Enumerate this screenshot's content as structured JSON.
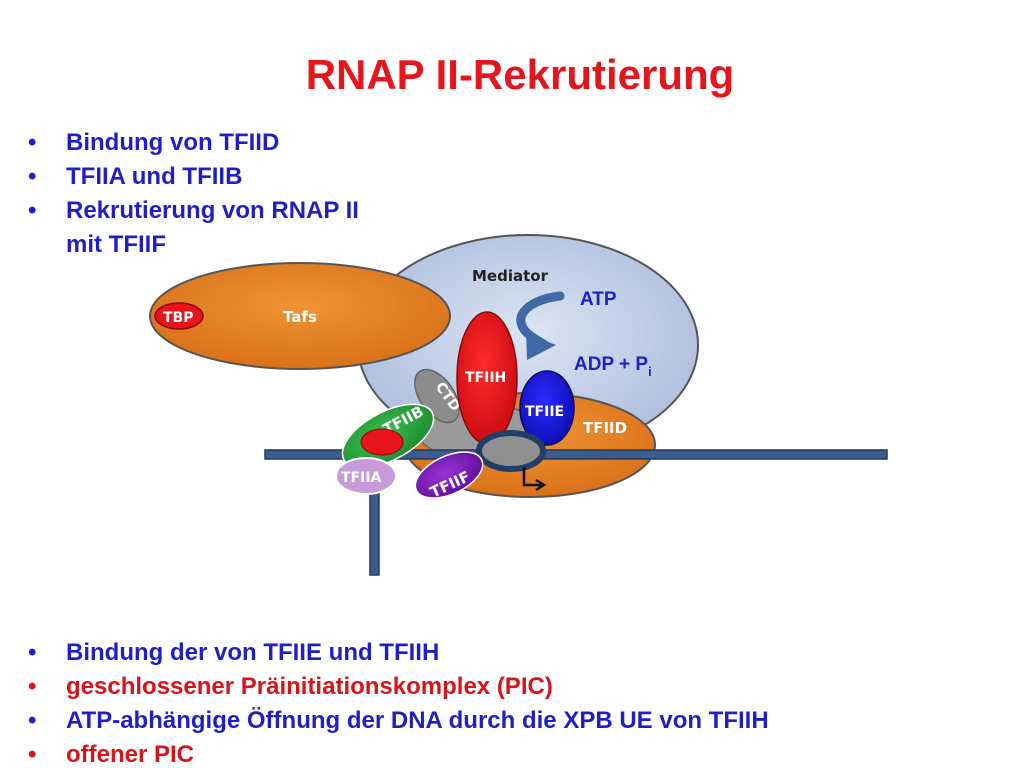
{
  "title": "RNAP II-Rekrutierung",
  "bullets_top": [
    {
      "text": "Bindung von TFIID",
      "color": "blue"
    },
    {
      "text": "TFIIA und TFIIB",
      "color": "blue"
    },
    {
      "text": "Rekrutierung von RNAP II",
      "continuation": "mit TFIIF",
      "color": "blue"
    }
  ],
  "bullets_bottom": [
    {
      "text": "Bindung der von TFIIE und TFIIH",
      "color": "blue"
    },
    {
      "text": "geschlossener Präinitiationskomplex (PIC)",
      "color": "red"
    },
    {
      "text": "ATP-abhängige Öffnung der DNA durch die XPB UE von TFIIH",
      "color": "blue"
    },
    {
      "text": "offener PIC",
      "color": "red"
    }
  ],
  "bullet_symbol": "•",
  "diagram": {
    "mediator": "Mediator",
    "tbp": "TBP",
    "tafs": "Tafs",
    "tfiid": "TFIID",
    "tfiih": "TFIIH",
    "tfiie": "TFIIE",
    "tfiib": "TFIIB",
    "ctd": "CTD",
    "tfiia": "TFIIA",
    "tfiif": "TFIIF",
    "atp": "ATP",
    "adp": "ADP + P",
    "adp_sub": "i"
  },
  "colors": {
    "title": "#e8141b",
    "text_blue": "#1f1fc8",
    "text_red": "#d8141b",
    "tfiid_orange": "#e07d20",
    "mediator": "#c7d3ea",
    "tfiih_red": "#e8141b",
    "tfiie_blue": "#1616d8",
    "tfiib_green": "#25a33a",
    "tfiif_purple": "#7a16b8",
    "tfiia_lilac": "#c79ad8",
    "ctd_gray": "#8c8c8c",
    "dna": "#3a5d8f"
  }
}
